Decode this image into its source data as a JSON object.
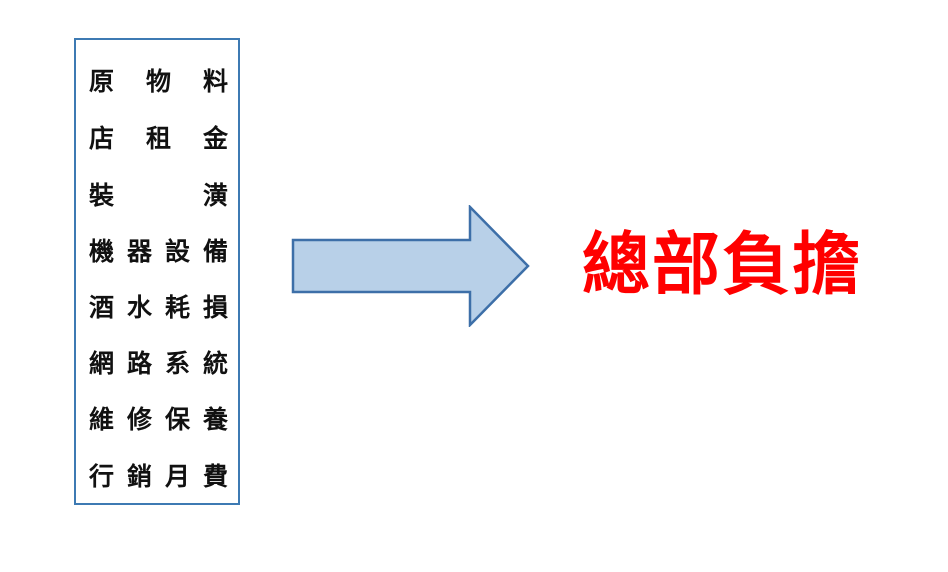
{
  "cost_items": [
    "原 物 料",
    "店 租 金",
    "裝 潢",
    "機器設備",
    "酒水耗損",
    "網路系統",
    "維修保養",
    "行銷月費"
  ],
  "result_label": "總部負擔",
  "colors": {
    "box_border": "#3d7ab3",
    "arrow_fill": "#b8d0e8",
    "arrow_stroke": "#3d6fa8",
    "result_text": "#ff0000",
    "item_text": "#111111"
  }
}
